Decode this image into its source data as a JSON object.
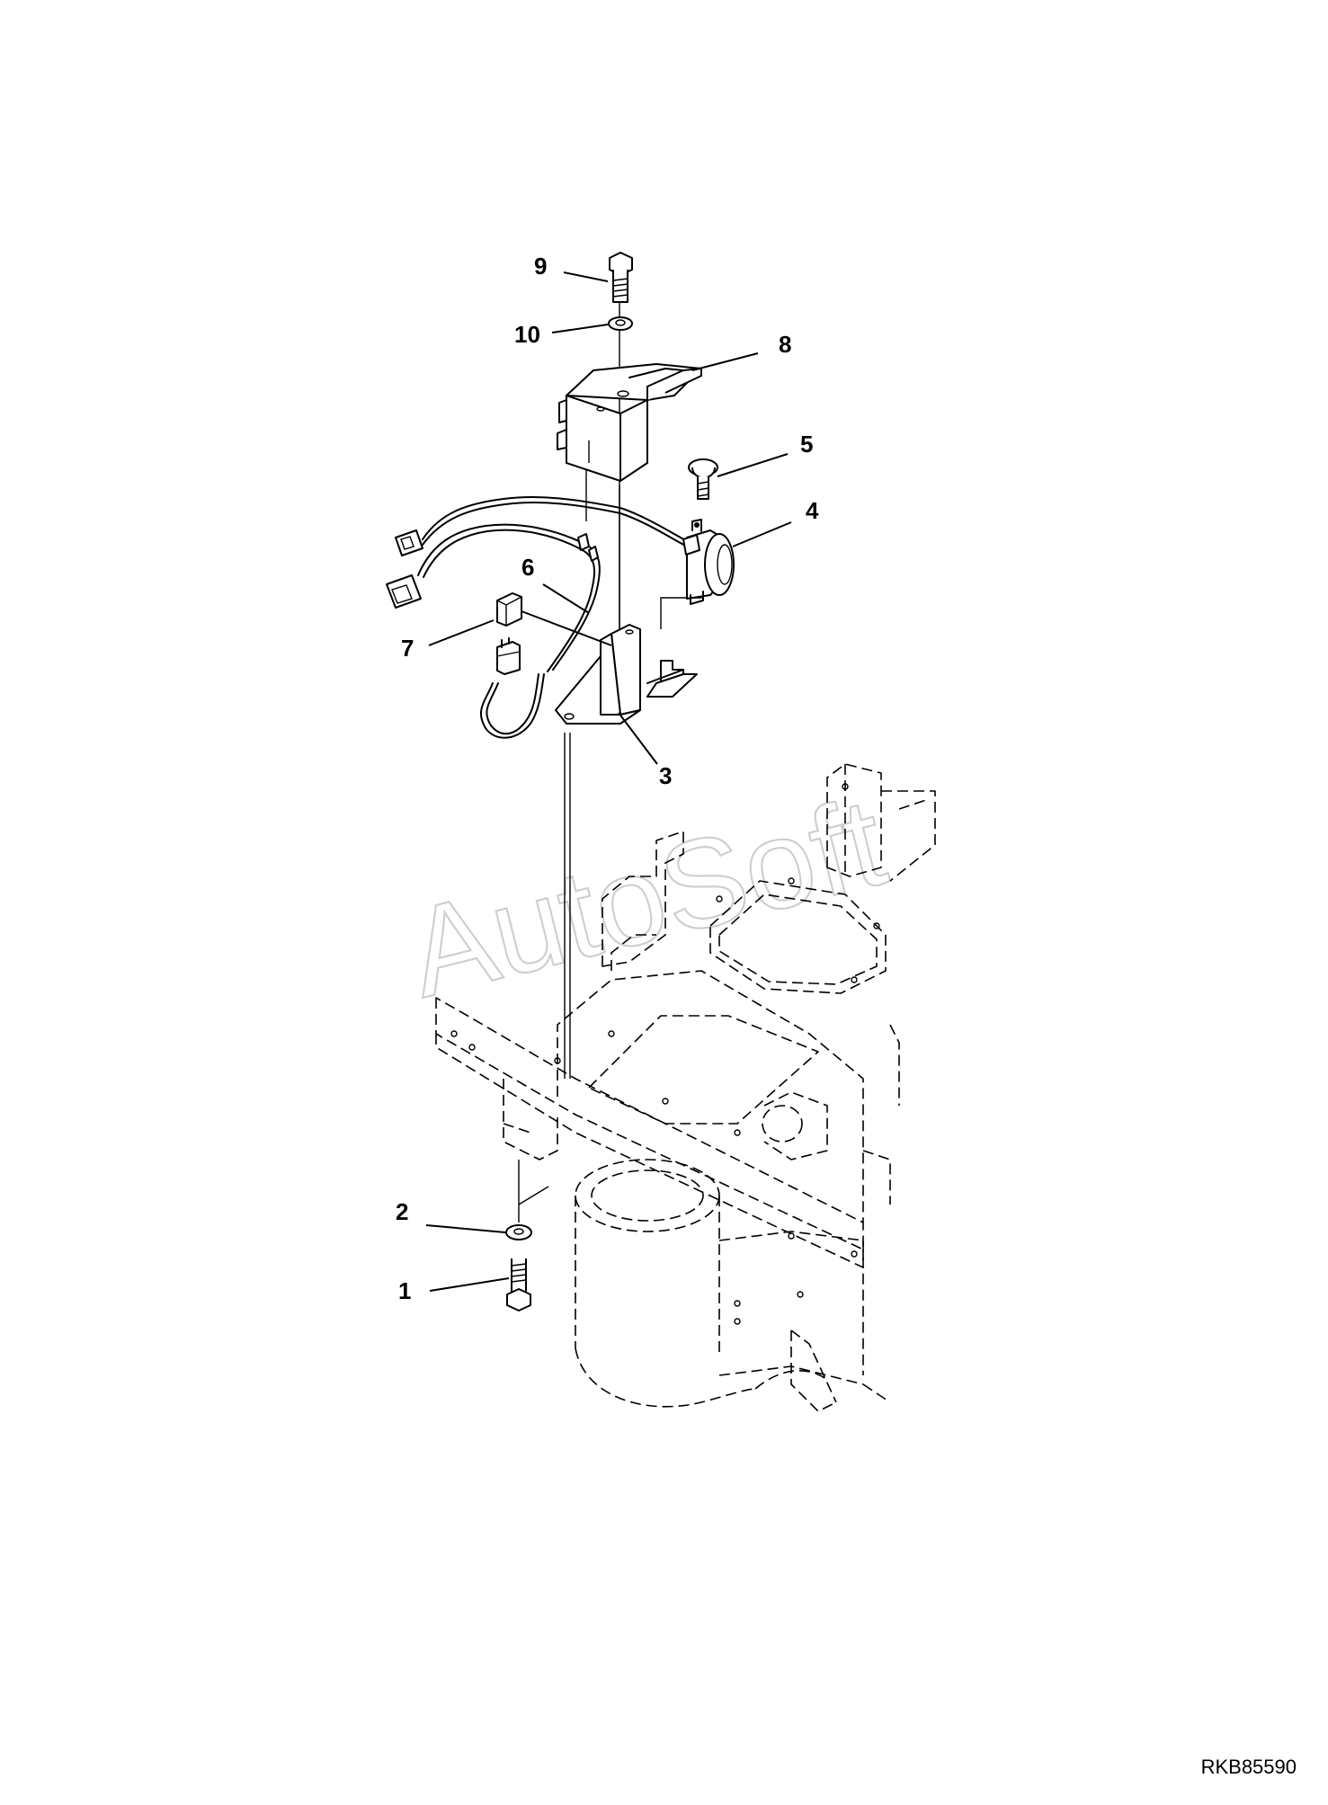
{
  "drawing_code": "RKB85590",
  "watermark": "AutoSoft",
  "callouts": [
    {
      "label": "9"
    },
    {
      "label": "10"
    },
    {
      "label": "8"
    },
    {
      "label": "5"
    },
    {
      "label": "4"
    },
    {
      "label": "6"
    },
    {
      "label": "7"
    },
    {
      "label": "3"
    },
    {
      "label": "2"
    },
    {
      "label": "1"
    }
  ],
  "colors": {
    "line": "#000000",
    "watermark": "#cfcfcf",
    "background": "#ffffff"
  }
}
